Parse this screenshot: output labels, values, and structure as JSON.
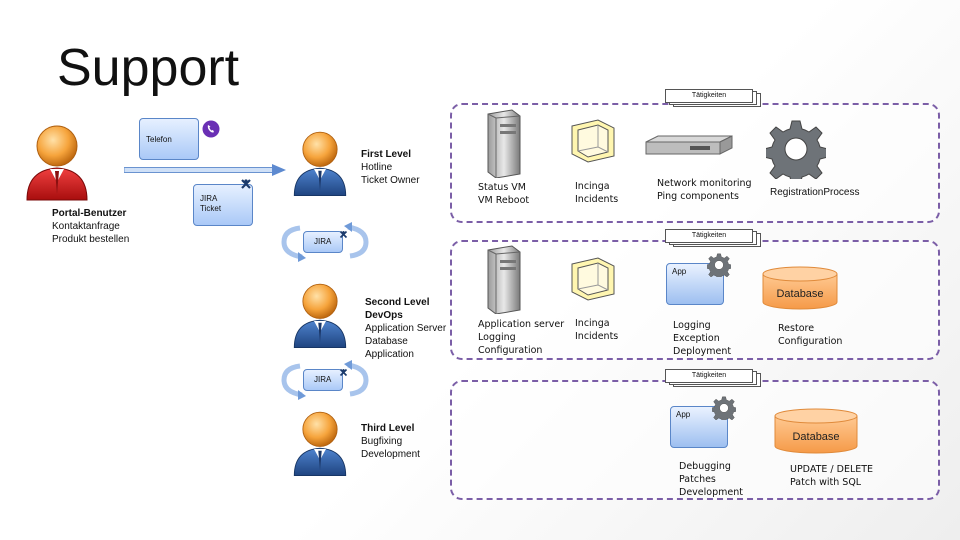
{
  "title": "Support",
  "left": {
    "portal_user": {
      "name": "Portal-Benutzer",
      "lines": [
        "Kontaktanfrage",
        "Produkt bestellen"
      ]
    },
    "telefon_box": "Telefon",
    "jira_ticket_box": {
      "line1": "JIRA",
      "line2": "Ticket"
    }
  },
  "levels": {
    "first": {
      "name": "First Level",
      "lines": [
        "Hotline",
        "Ticket Owner"
      ]
    },
    "second": {
      "name": "Second Level",
      "name2": "DevOps",
      "lines": [
        "Application Server",
        "Database",
        "Application"
      ]
    },
    "third": {
      "name": "Third Level",
      "lines": [
        "Bugfixing",
        "Development"
      ]
    }
  },
  "jira_cycle_labels": [
    "JIRA",
    "JIRA"
  ],
  "panels": [
    {
      "tab": "Tätigkeiten",
      "items": {
        "server": [
          "Status VM",
          "VM Reboot"
        ],
        "incinga": [
          "Incinga",
          "Incidents"
        ],
        "network": [
          "Network monitoring",
          "Ping components"
        ],
        "gear": "RegistrationProcess"
      }
    },
    {
      "tab": "Tätigkeiten",
      "items": {
        "server": [
          "Application server",
          "Logging",
          "Configuration"
        ],
        "incinga": [
          "Incinga",
          "Incidents"
        ],
        "app_label": "App",
        "app": [
          "Logging",
          "Exception",
          "Deployment"
        ],
        "db_label": "Database",
        "db": [
          "Restore",
          "Configuration"
        ]
      }
    },
    {
      "tab": "Tätigkeiten",
      "items": {
        "app_label": "App",
        "app": [
          "Debugging",
          "Patches",
          "Development"
        ],
        "db_label": "Database",
        "db": [
          "UPDATE / DELETE",
          "Patch with SQL"
        ]
      }
    }
  ],
  "colors": {
    "panel_border": "#7b5ea7",
    "user_red": "#d01c1c",
    "user_blue": "#2c5a9a",
    "head_orange": "#f0a040",
    "db_orange": "#f9b06a",
    "phone_purple": "#6a2fb4"
  },
  "icons": [
    "user-red-icon",
    "user-blue-icon",
    "phone-icon",
    "jira-icon",
    "server-icon",
    "monitor-icon",
    "network-switch-icon",
    "gear-icon",
    "database-icon",
    "app-box-icon",
    "cycle-arrows-icon"
  ]
}
